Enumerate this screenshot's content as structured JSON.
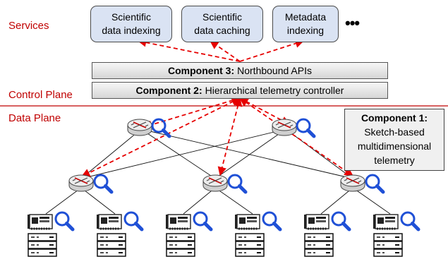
{
  "layers": {
    "services": "Services",
    "control_plane": "Control Plane",
    "data_plane": "Data Plane"
  },
  "services": [
    {
      "line1": "Scientific",
      "line2": "data indexing"
    },
    {
      "line1": "Scientific",
      "line2": "data caching"
    },
    {
      "line1": "Metadata",
      "line2": "indexing"
    }
  ],
  "more_services": "•••",
  "component3": {
    "bold": "Component 3:",
    "text": "Northbound APIs"
  },
  "component2": {
    "bold": "Component 2:",
    "text": "Hierarchical telemetry controller"
  },
  "component1": {
    "bold": "Component 1:",
    "line1": "Sketch-based",
    "line2": "multidimensional",
    "line3": "telemetry"
  },
  "colors": {
    "accent_red": "#c00000",
    "service_fill": "#dae3f3",
    "magnifier_blue": "#1f50d6",
    "router_fill": "#e8e8e8"
  },
  "icons": [
    "router-icon",
    "magnifier-icon",
    "network-card-icon",
    "server-icon"
  ]
}
